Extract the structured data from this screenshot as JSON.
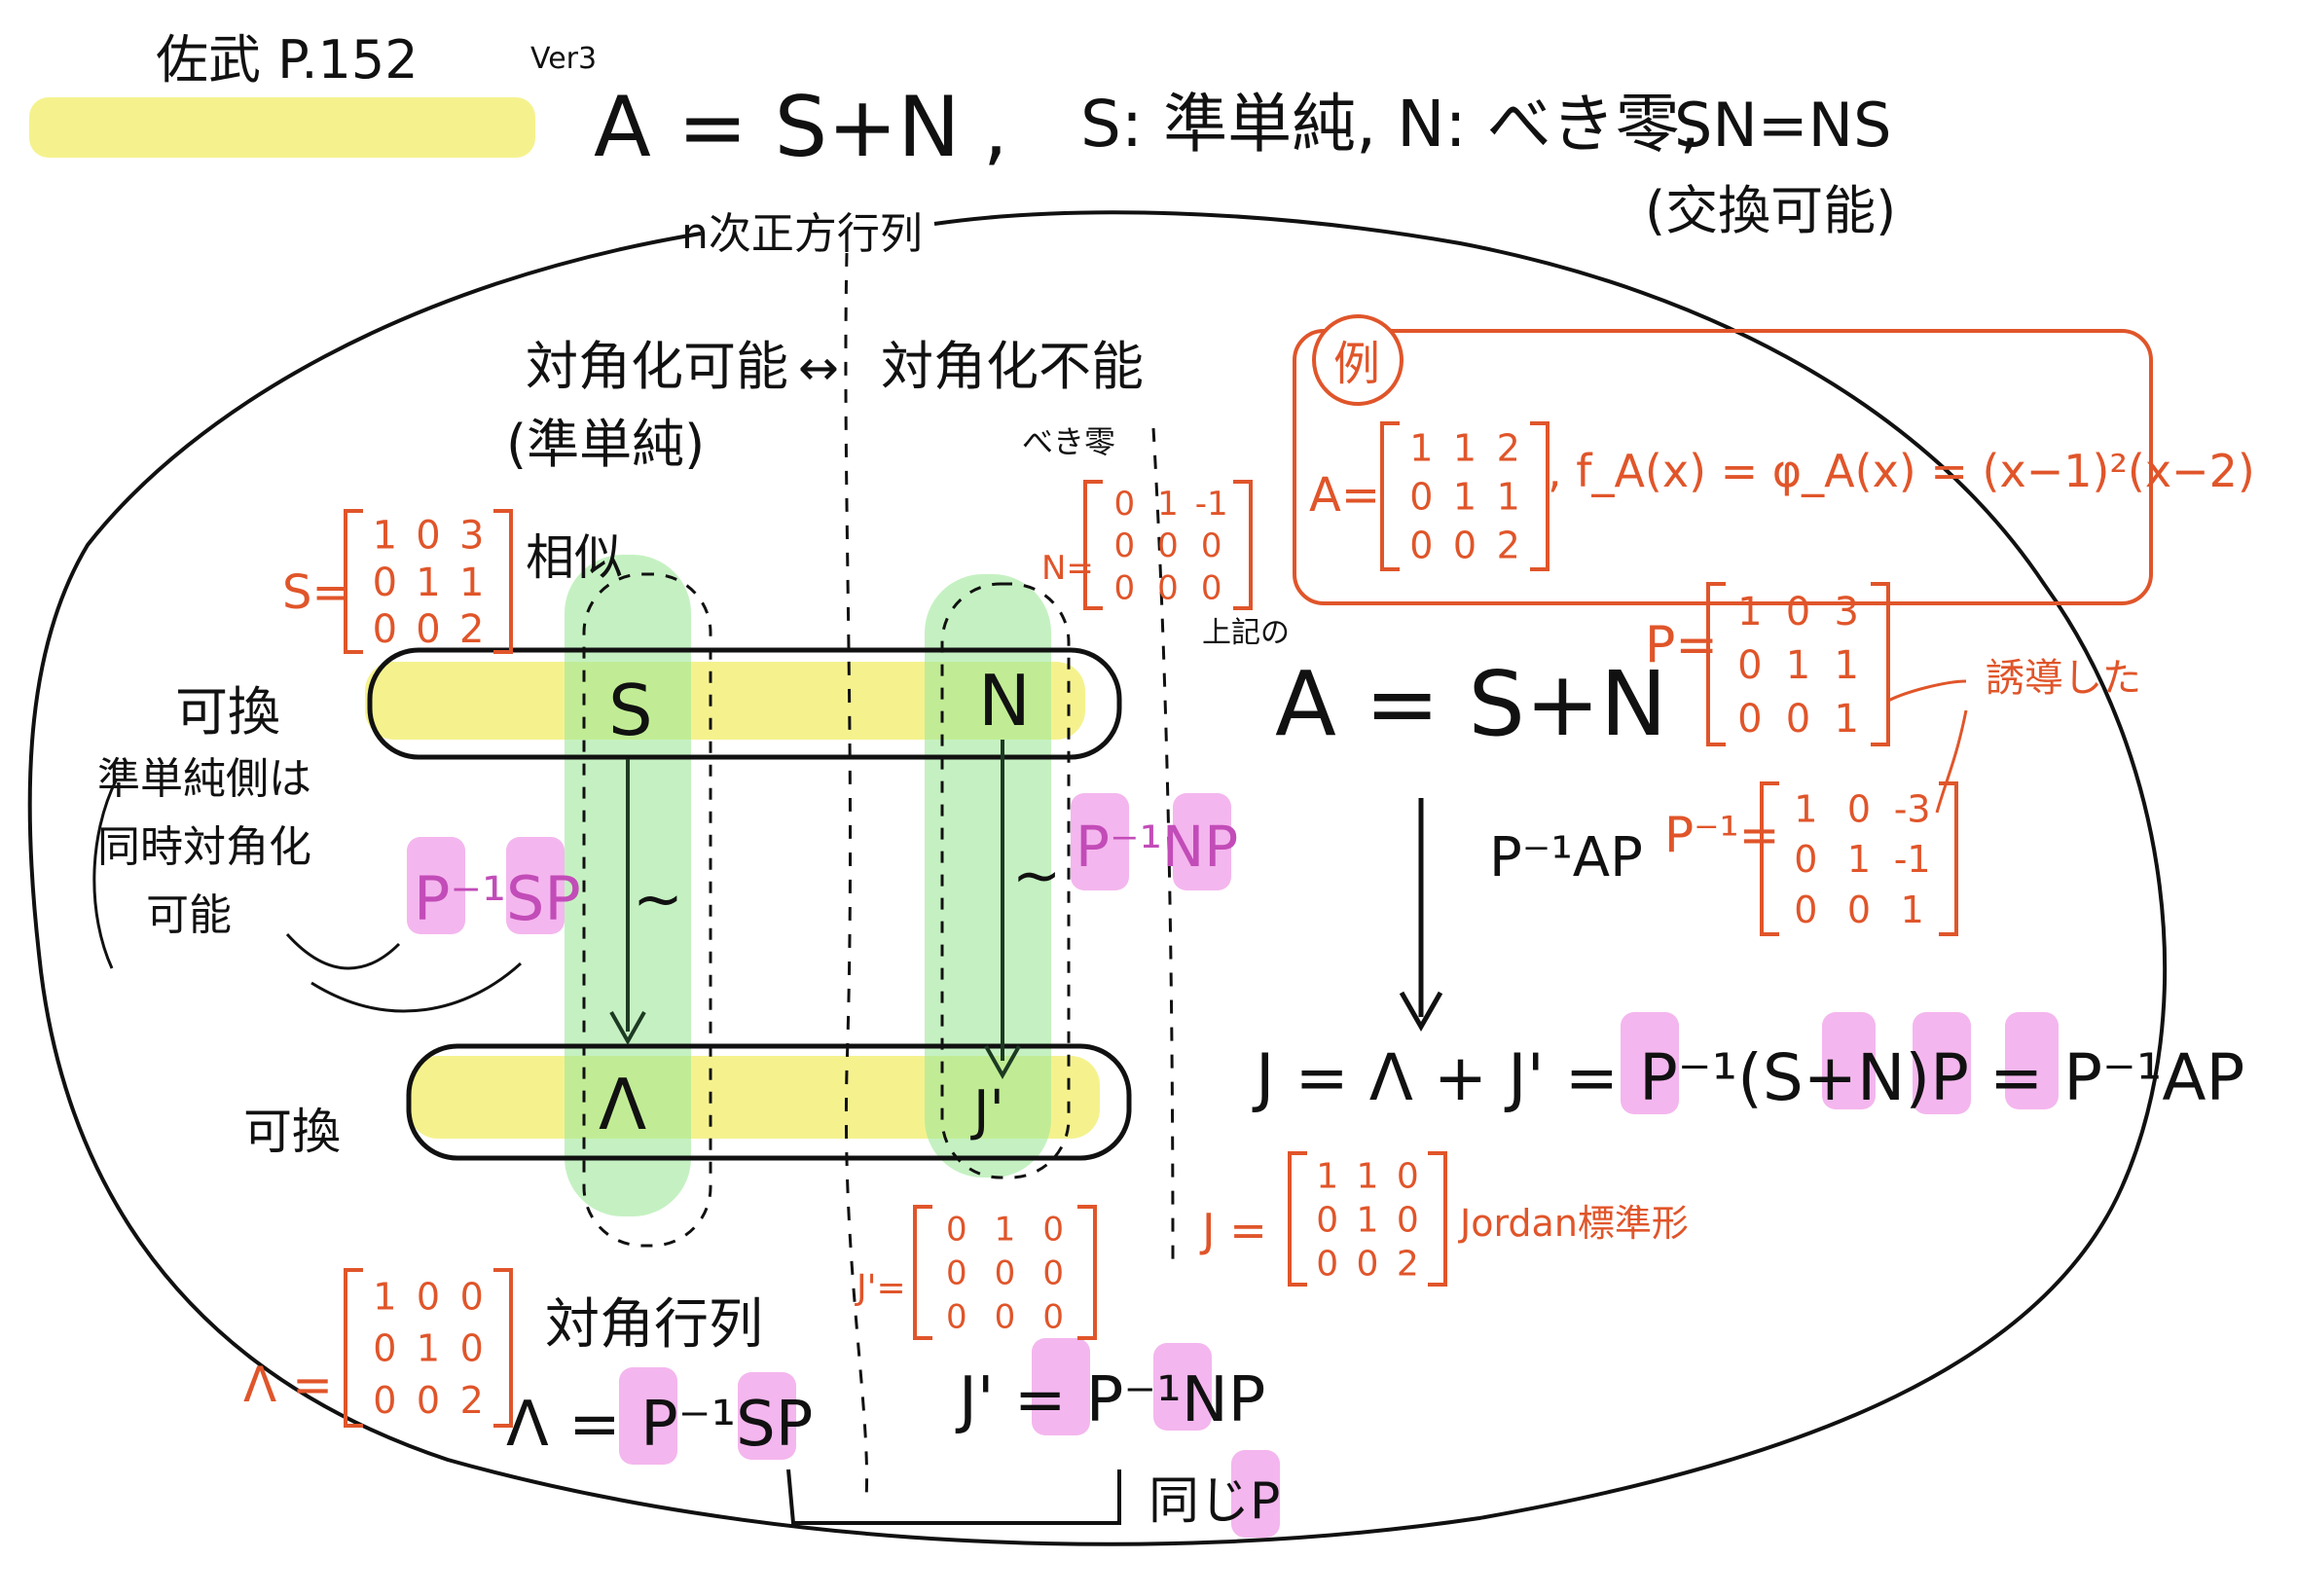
{
  "header": {
    "source": "佐武 P.152",
    "version": "Ver3",
    "formula_main": "A = S+N",
    "formula_sep": ",",
    "formula_desc": "S: 準単純, N: べき零,",
    "formula_commute": "SN=NS",
    "formula_commute_note": "(交換可能)"
  },
  "region": {
    "title": "n次正方行列",
    "left_label": "対角化可能",
    "arrow": "↔",
    "right_label": "対角化不能",
    "left_sub": "(準単純)",
    "right_sub": "べき零"
  },
  "example": {
    "badge": "例",
    "a_label": "A=",
    "a_matrix": [
      [
        "1",
        "1",
        "2"
      ],
      [
        "0",
        "1",
        "1"
      ],
      [
        "0",
        "0",
        "2"
      ]
    ],
    "poly": ", f_A(x) = φ_A(x) = (x−1)²(x−2)"
  },
  "left_column": {
    "s_label": "S=",
    "s_matrix": [
      [
        "1",
        "0",
        "3"
      ],
      [
        "0",
        "1",
        "1"
      ],
      [
        "0",
        "0",
        "2"
      ]
    ],
    "similar_label": "相似",
    "commute_top": "可換",
    "commute_bottom": "可換",
    "note_lines": [
      "準単純側は",
      "同時対角化",
      "可能"
    ],
    "node_s": "S",
    "node_lambda": "Λ",
    "conj_s": "P⁻¹SP",
    "tilde": "~",
    "lambda_label": "Λ =",
    "lambda_matrix": [
      [
        "1",
        "0",
        "0"
      ],
      [
        "0",
        "1",
        "0"
      ],
      [
        "0",
        "0",
        "2"
      ]
    ],
    "diag_label": "対角行列",
    "lambda_eq": "Λ = P⁻¹SP"
  },
  "right_column": {
    "n_label": "N=",
    "n_matrix": [
      [
        "0",
        "1",
        "-1"
      ],
      [
        "0",
        "0",
        "0"
      ],
      [
        "0",
        "0",
        "0"
      ]
    ],
    "node_n": "N",
    "node_j": "J'",
    "conj_n": "P⁻¹NP",
    "tilde": "~",
    "jp_label": "J'=",
    "jp_matrix": [
      [
        "0",
        "1",
        "0"
      ],
      [
        "0",
        "0",
        "0"
      ],
      [
        "0",
        "0",
        "0"
      ]
    ],
    "jp_eq": "J' = P⁻¹NP",
    "same_p": "同じP"
  },
  "main": {
    "note_top": "上記の",
    "eq_top": "A = S+N",
    "arrow_label": "P⁻¹AP",
    "eq_bottom": "J = Λ + J' = P⁻¹(S+N)P = P⁻¹AP",
    "p_label": "P=",
    "p_matrix": [
      [
        "1",
        "0",
        "3"
      ],
      [
        "0",
        "1",
        "1"
      ],
      [
        "0",
        "0",
        "1"
      ]
    ],
    "pinv_label": "P⁻¹=",
    "pinv_matrix": [
      [
        "1",
        "0",
        "-3"
      ],
      [
        "0",
        "1",
        "-1"
      ],
      [
        "0",
        "0",
        "1"
      ]
    ],
    "p_note": "誘導した",
    "j_label": "J =",
    "j_matrix": [
      [
        "1",
        "1",
        "0"
      ],
      [
        "0",
        "1",
        "0"
      ],
      [
        "0",
        "0",
        "2"
      ]
    ],
    "jordan_label": "Jordan標準形"
  },
  "colors": {
    "ink": "#111111",
    "orange": "#e0552a",
    "highlight_yellow": "#f3f07a",
    "highlight_green": "#9fe89a",
    "highlight_pink": "#f4b6ee"
  }
}
